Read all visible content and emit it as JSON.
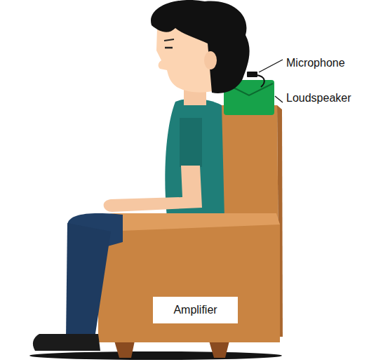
{
  "diagram": {
    "nodes": [
      {
        "text": [
          "Amplifier"
        ]
      }
    ],
    "labels": [
      "Microphone",
      "Loudspeaker"
    ]
  }
}
